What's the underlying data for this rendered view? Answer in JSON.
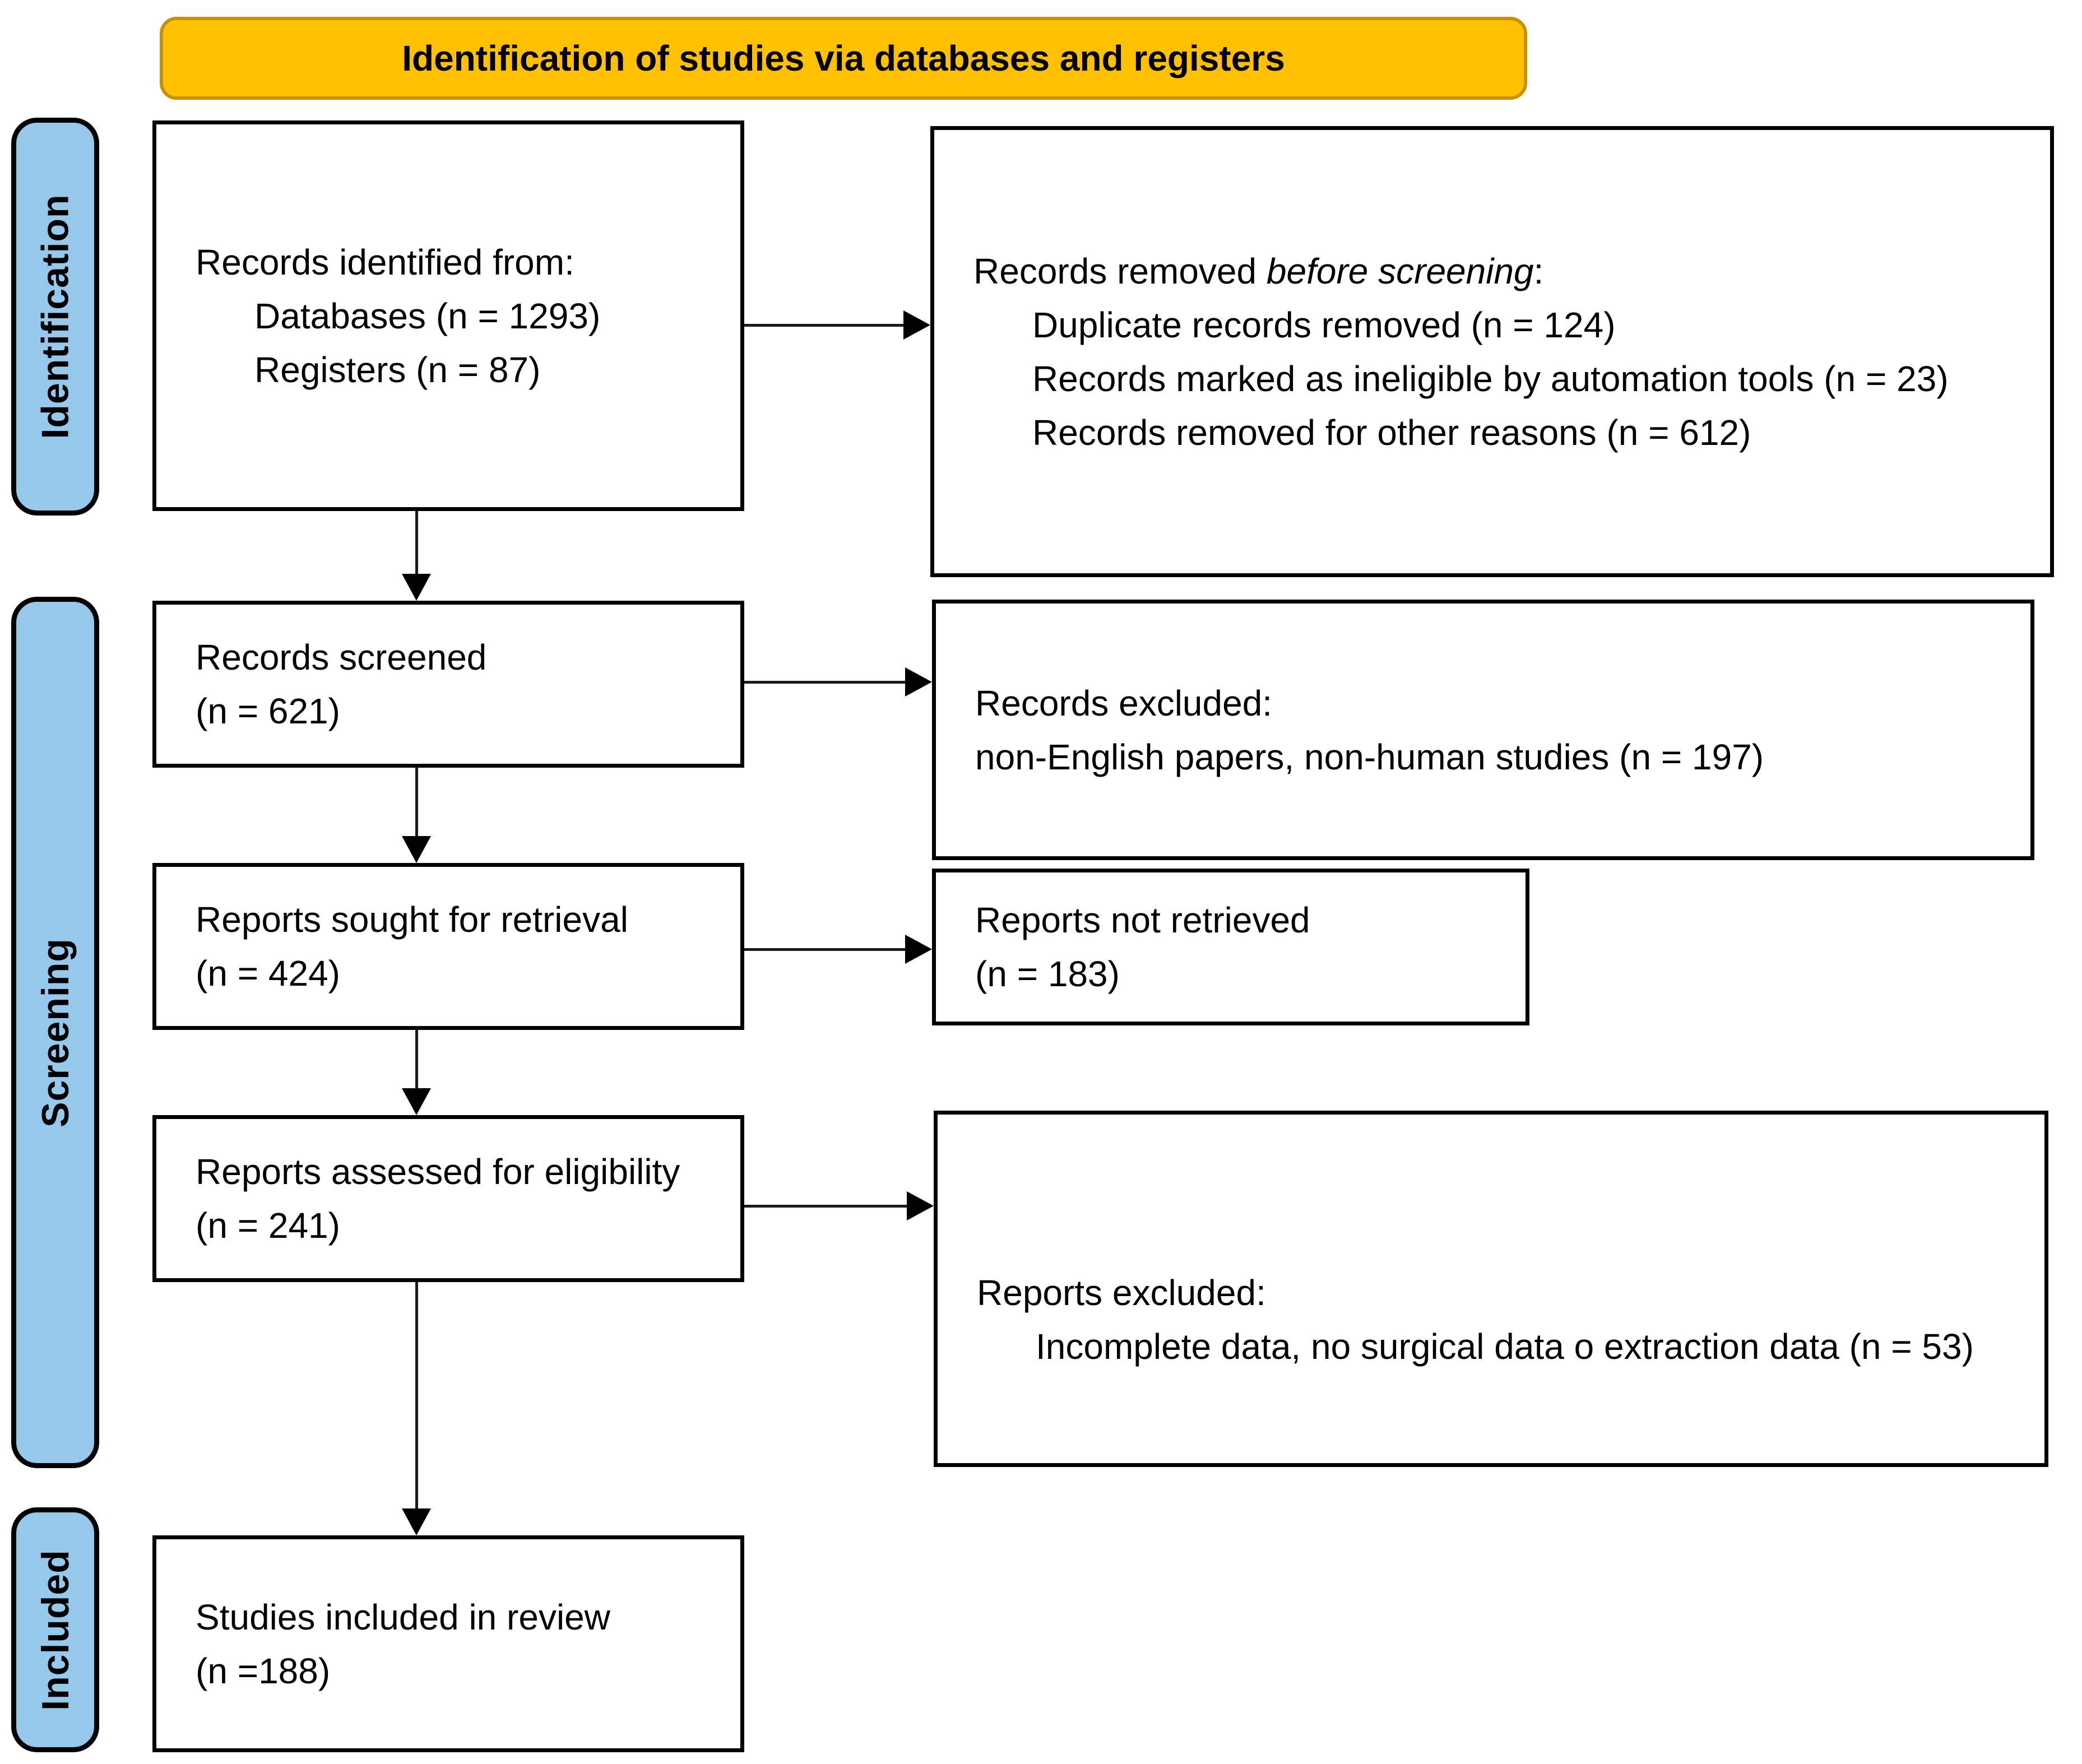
{
  "header": {
    "title": "Identification of studies via databases and registers"
  },
  "sidebar": {
    "identification": "Identification",
    "screening": "Screening",
    "included": "Included"
  },
  "boxes": {
    "identified": {
      "line1": "Records identified from:",
      "line2": "Databases (n = 1293)",
      "line3": "Registers (n = 87)"
    },
    "removed": {
      "line1_prefix": "Records removed ",
      "line1_italic": "before screening",
      "line1_suffix": ":",
      "line2": "Duplicate records removed (n = 124)",
      "line3": "Records marked as ineligible by automation tools (n = 23)",
      "line4": "Records removed for other reasons (n = 612)"
    },
    "screened": {
      "line1": "Records screened",
      "line2": "(n = 621)"
    },
    "records_excluded": {
      "line1": "Records excluded:",
      "line2": "non-English papers, non-human studies (n = 197)"
    },
    "sought": {
      "line1": "Reports sought for retrieval",
      "line2": "(n = 424)"
    },
    "not_retrieved": {
      "line1": "Reports not retrieved",
      "line2": "(n = 183)"
    },
    "assessed": {
      "line1": "Reports assessed for eligibility",
      "line2": "(n = 241)"
    },
    "reports_excluded": {
      "line1": "Reports excluded:",
      "line2": "Incomplete data, no surgical data o extraction data (n = 53)"
    },
    "included_box": {
      "line1": "Studies included in review",
      "line2": "(n =188)"
    }
  },
  "colors": {
    "banner_fill": "#FFC000",
    "banner_border": "#C99100",
    "stage_fill": "#95C8EA",
    "box_border": "#000000"
  }
}
